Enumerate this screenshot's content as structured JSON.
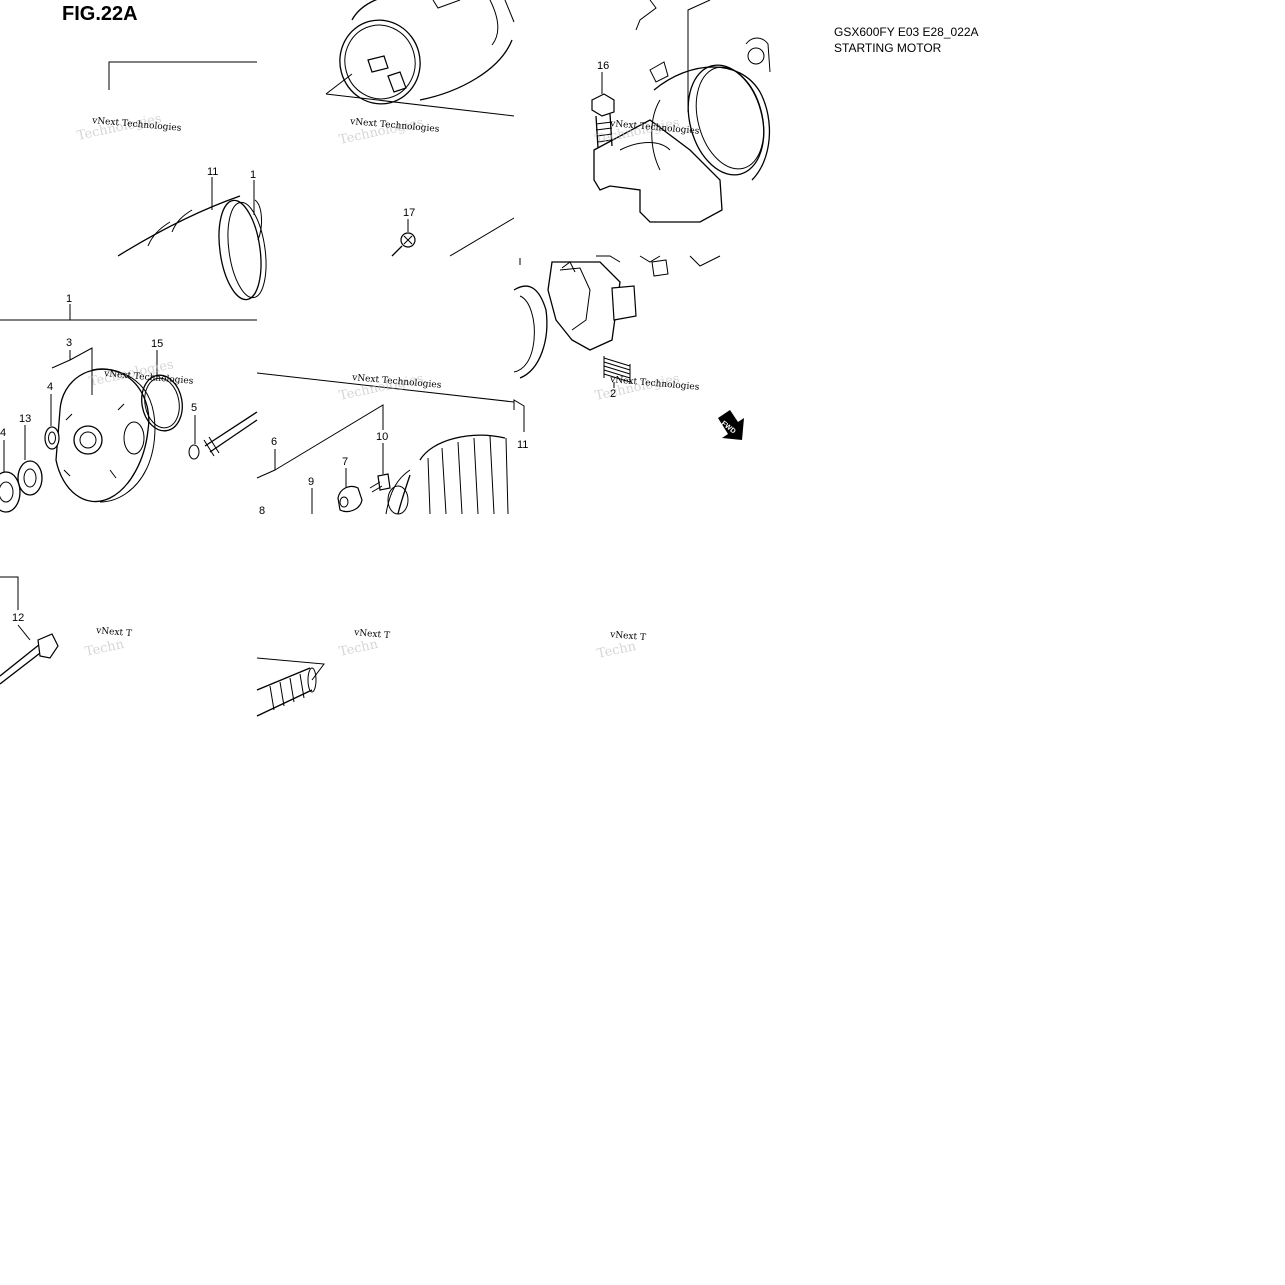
{
  "figure": {
    "title": "FIG.22A",
    "model_code": "GSX600FY E03 E28_022A",
    "section_name": "STARTING MOTOR"
  },
  "watermark": {
    "text": "vNext Technologies",
    "partial_text": "vNext T",
    "ghost_text": "Technologies",
    "ghost_partial": "Techn"
  },
  "fwd_marker": "FWD",
  "part_labels": {
    "p1": "1",
    "p1b": "1",
    "p2": "2",
    "p3": "3",
    "p4a": "4",
    "p4b": "4",
    "p5": "5",
    "p6": "6",
    "p7": "7",
    "p8": "8",
    "p9": "9",
    "p10": "10",
    "p11a": "11",
    "p11b": "11",
    "p12": "12",
    "p13": "13",
    "p15": "15",
    "p16": "16",
    "p17": "17"
  }
}
